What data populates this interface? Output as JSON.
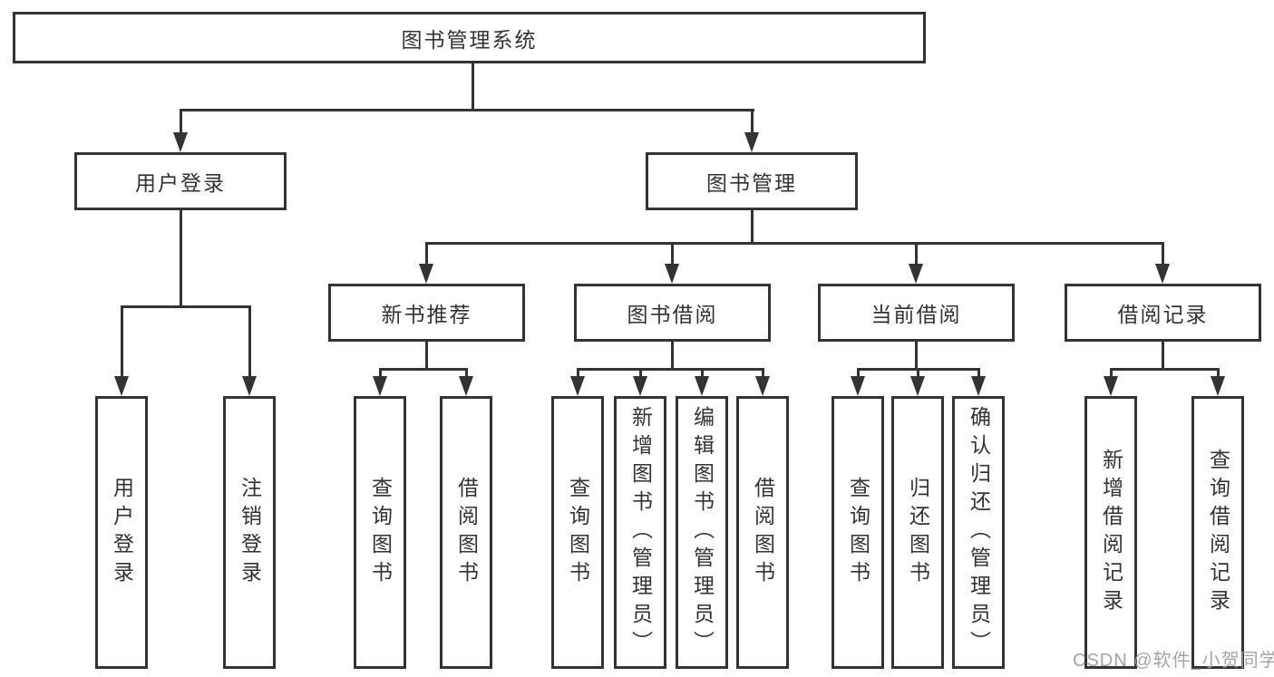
{
  "colors": {
    "line": "#333333",
    "text": "#333333",
    "background": "#ffffff",
    "watermark": "#9e9ea4"
  },
  "diagram": {
    "root": {
      "label": "图书管理系统"
    },
    "level2": [
      {
        "label": "用户登录"
      },
      {
        "label": "图书管理"
      }
    ],
    "level3": [
      {
        "label": "新书推荐",
        "parent": "图书管理"
      },
      {
        "label": "图书借阅",
        "parent": "图书管理"
      },
      {
        "label": "当前借阅",
        "parent": "图书管理"
      },
      {
        "label": "借阅记录",
        "parent": "图书管理"
      }
    ],
    "leaves": [
      {
        "label": "用户登录",
        "parent": "用户登录"
      },
      {
        "label": "注销登录",
        "parent": "用户登录"
      },
      {
        "label": "查询图书",
        "parent": "新书推荐"
      },
      {
        "label": "借阅图书",
        "parent": "新书推荐"
      },
      {
        "label": "查询图书",
        "parent": "图书借阅"
      },
      {
        "label": "新增图书（管理员）",
        "parent": "图书借阅"
      },
      {
        "label": "编辑图书（管理员）",
        "parent": "图书借阅"
      },
      {
        "label": "借阅图书",
        "parent": "图书借阅"
      },
      {
        "label": "查询图书",
        "parent": "当前借阅"
      },
      {
        "label": "归还图书",
        "parent": "当前借阅"
      },
      {
        "label": "确认归还（管理员）",
        "parent": "当前借阅"
      },
      {
        "label": "新增借阅记录",
        "parent": "借阅记录"
      },
      {
        "label": "查询借阅记录",
        "parent": "借阅记录"
      }
    ]
  },
  "watermark": {
    "text": "CSDN @软件_小贺同学"
  }
}
